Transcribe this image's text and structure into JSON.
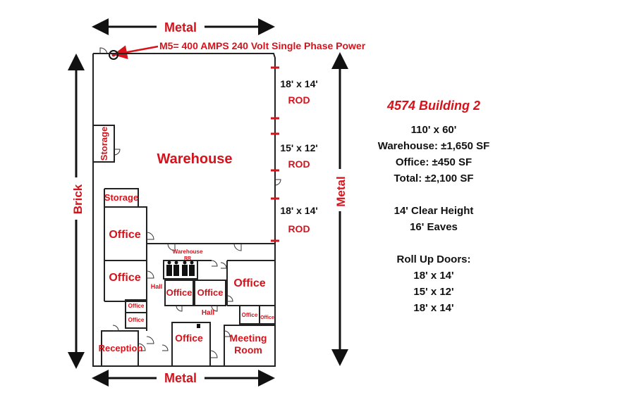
{
  "labels": {
    "top_side": "Metal",
    "bottom_side": "Metal",
    "left_side": "Brick",
    "right_side": "Metal",
    "power_note": "M5= 400 AMPS 240 Volt Single Phase Power"
  },
  "doors": [
    {
      "size": "18' x 14'",
      "type": "ROD"
    },
    {
      "size": "15' x 12'",
      "type": "ROD"
    },
    {
      "size": "18' x 14'",
      "type": "ROD"
    }
  ],
  "rooms": {
    "warehouse": "Warehouse",
    "storage_vertical": "Storage",
    "storage": "Storage",
    "office_1": "Office",
    "office_2": "Office",
    "office_3": "Office",
    "office_4": "Office",
    "office_5": "Office",
    "office_small_1": "Office",
    "office_small_2": "Office",
    "office_small_3": "Office",
    "office_small_4": "Office",
    "office_6": "Office",
    "hall_1": "Hall",
    "hall_2": "Hall",
    "reception": "Reception",
    "meeting_room_1": "Meeting",
    "meeting_room_2": "Room",
    "restroom_1": "Warehouse",
    "restroom_2": "RR"
  },
  "info": {
    "title": "4574 Building 2",
    "dimensions": "110' x 60'",
    "warehouse_sf": "Warehouse: ±1,650 SF",
    "office_sf": "Office: ±450 SF",
    "total_sf": "Total: ±2,100 SF",
    "clear_height": "14' Clear Height",
    "eaves": "16' Eaves",
    "doors_heading": "Roll Up Doors:",
    "door_sizes": [
      "18' x 14'",
      "15' x 12'",
      "18' x 14'"
    ]
  },
  "colors": {
    "accent": "#d6121b",
    "text": "#111111"
  }
}
